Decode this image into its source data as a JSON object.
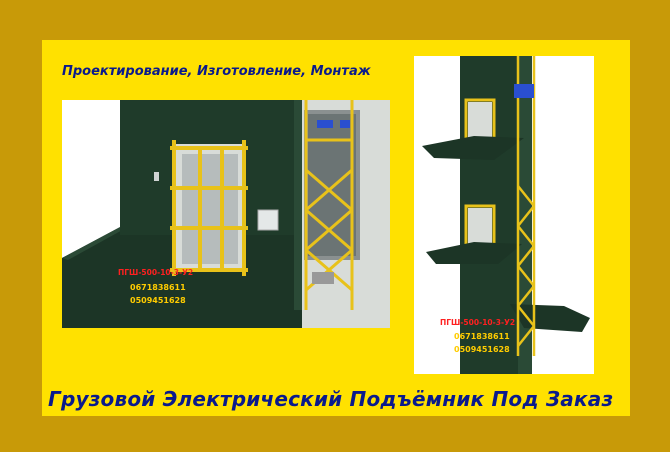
{
  "header": {
    "tagline": "Проектирование, Изготовление, Монтаж"
  },
  "footer": {
    "title": "Грузовой Электрический Подъёмник Под Заказ"
  },
  "left_render": {
    "model_code": "ПГШ-500-10-3-У2",
    "phone_1": "0671838611",
    "phone_2": "0509451628"
  },
  "right_render": {
    "model_code": "ПГШ-500-10-3-У2",
    "phone_1": "0671838611",
    "phone_2": "0509451628"
  },
  "colors": {
    "border": "#c89a08",
    "background": "#ffe100",
    "text": "#0a1a8c",
    "wall": "#1f3b2a",
    "frame": "#e8c21a",
    "model_code": "#ff2020",
    "phone": "#ffcc00"
  }
}
